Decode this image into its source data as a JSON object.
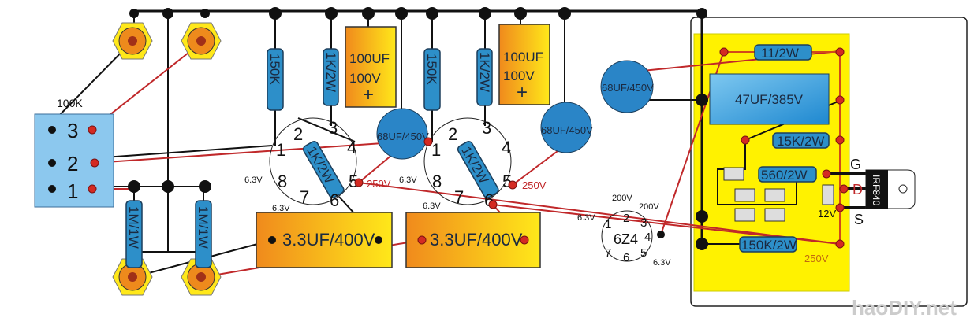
{
  "potentiometer": {
    "value": "100K",
    "pins": [
      "3",
      "2",
      "1"
    ]
  },
  "resistors": {
    "r_150k": "150K",
    "r_1k": "1K/2W",
    "r_1m": "1M/1W",
    "r_11": "11/2W",
    "r_15k": "15K/2W",
    "r_560": "560/2W",
    "r_150k_2w": "150K/2W"
  },
  "capacitors": {
    "c_100uf": [
      "100UF",
      "100V",
      "+"
    ],
    "c_68uf": "68UF/450V",
    "c_3_3uf": "3.3UF/400V",
    "c_47uf": "47UF/385V"
  },
  "tube_pins": [
    "1",
    "2",
    "3",
    "4",
    "5",
    "6",
    "7",
    "8"
  ],
  "voltages": {
    "heater": "6.3V",
    "plate": "250V",
    "rect": "200V",
    "zener": "12V",
    "out": "250V"
  },
  "rectifier": {
    "name": "6Z4",
    "pins": [
      "1",
      "2",
      "3",
      "4",
      "5",
      "6",
      "7"
    ]
  },
  "mosfet": {
    "name": "IRF840",
    "g": "G",
    "d": "D",
    "s": "S"
  },
  "watermark": "haoDIY.net"
}
